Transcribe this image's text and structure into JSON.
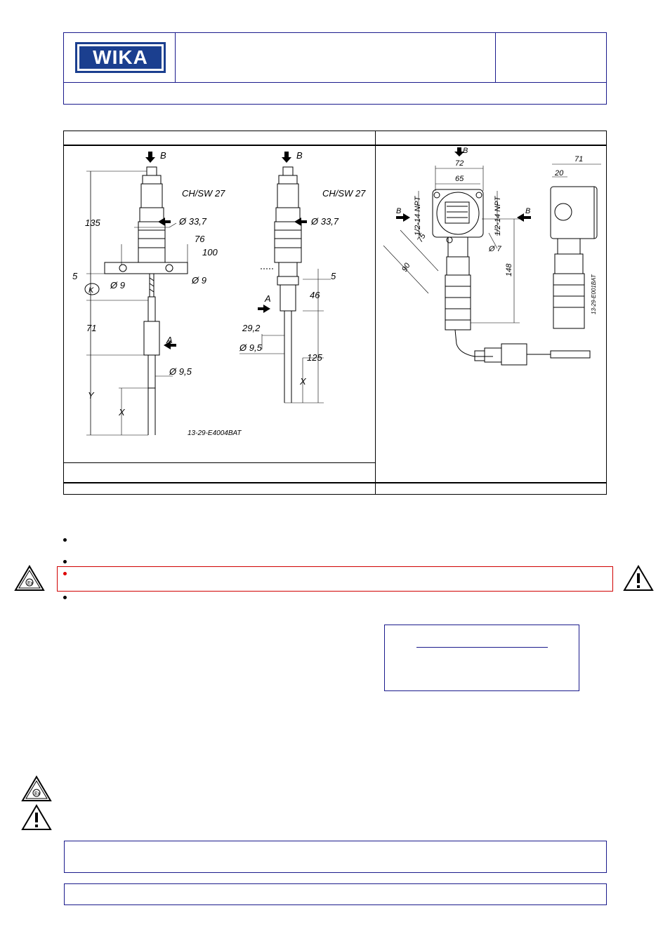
{
  "header": {
    "logo_text": "WIKA",
    "brand_color": "#1b3f8f",
    "box_color": "#1a1a8c"
  },
  "drawing_left": {
    "arrow_b": "B",
    "arrow_a": "A",
    "label_sw": "CH/SW 27",
    "dim_135": "135",
    "dim_337": "Ø 33,7",
    "dim_76": "76",
    "dim_100": "100",
    "dim_5": "5",
    "dim_9a": "Ø 9",
    "dim_9b": "Ø 9",
    "label_k": "K",
    "dim_71": "71",
    "dim_95": "Ø 9,5",
    "dim_y": "Y",
    "dim_x": "X",
    "ref_code": "13-29-E4004BAT"
  },
  "drawing_mid": {
    "arrow_b": "B",
    "arrow_a": "A",
    "label_sw": "CH/SW 27",
    "dim_337": "Ø 33,7",
    "dim_5": "5",
    "dim_46": "46",
    "dim_292": "29,2",
    "dim_95": "Ø 9,5",
    "dim_125": "125",
    "dim_x": "X"
  },
  "drawing_right": {
    "arrow_b_top": "B",
    "arrow_b_left": "B",
    "arrow_b_right": "B",
    "dim_72": "72",
    "dim_65": "65",
    "dim_71": "71",
    "dim_20": "20",
    "npt_left": "1/2-14 NPT",
    "npt_right": "1/2-14 NPT",
    "dim_75": "75",
    "dim_90": "90",
    "dim_7": "Ø 7",
    "dim_148": "148",
    "ref_code": "13-29-E001BAT"
  },
  "icons": {
    "ex_icon": "ex-warning-icon",
    "attention_icon": "attention-icon",
    "warning_color": "#d00000"
  }
}
